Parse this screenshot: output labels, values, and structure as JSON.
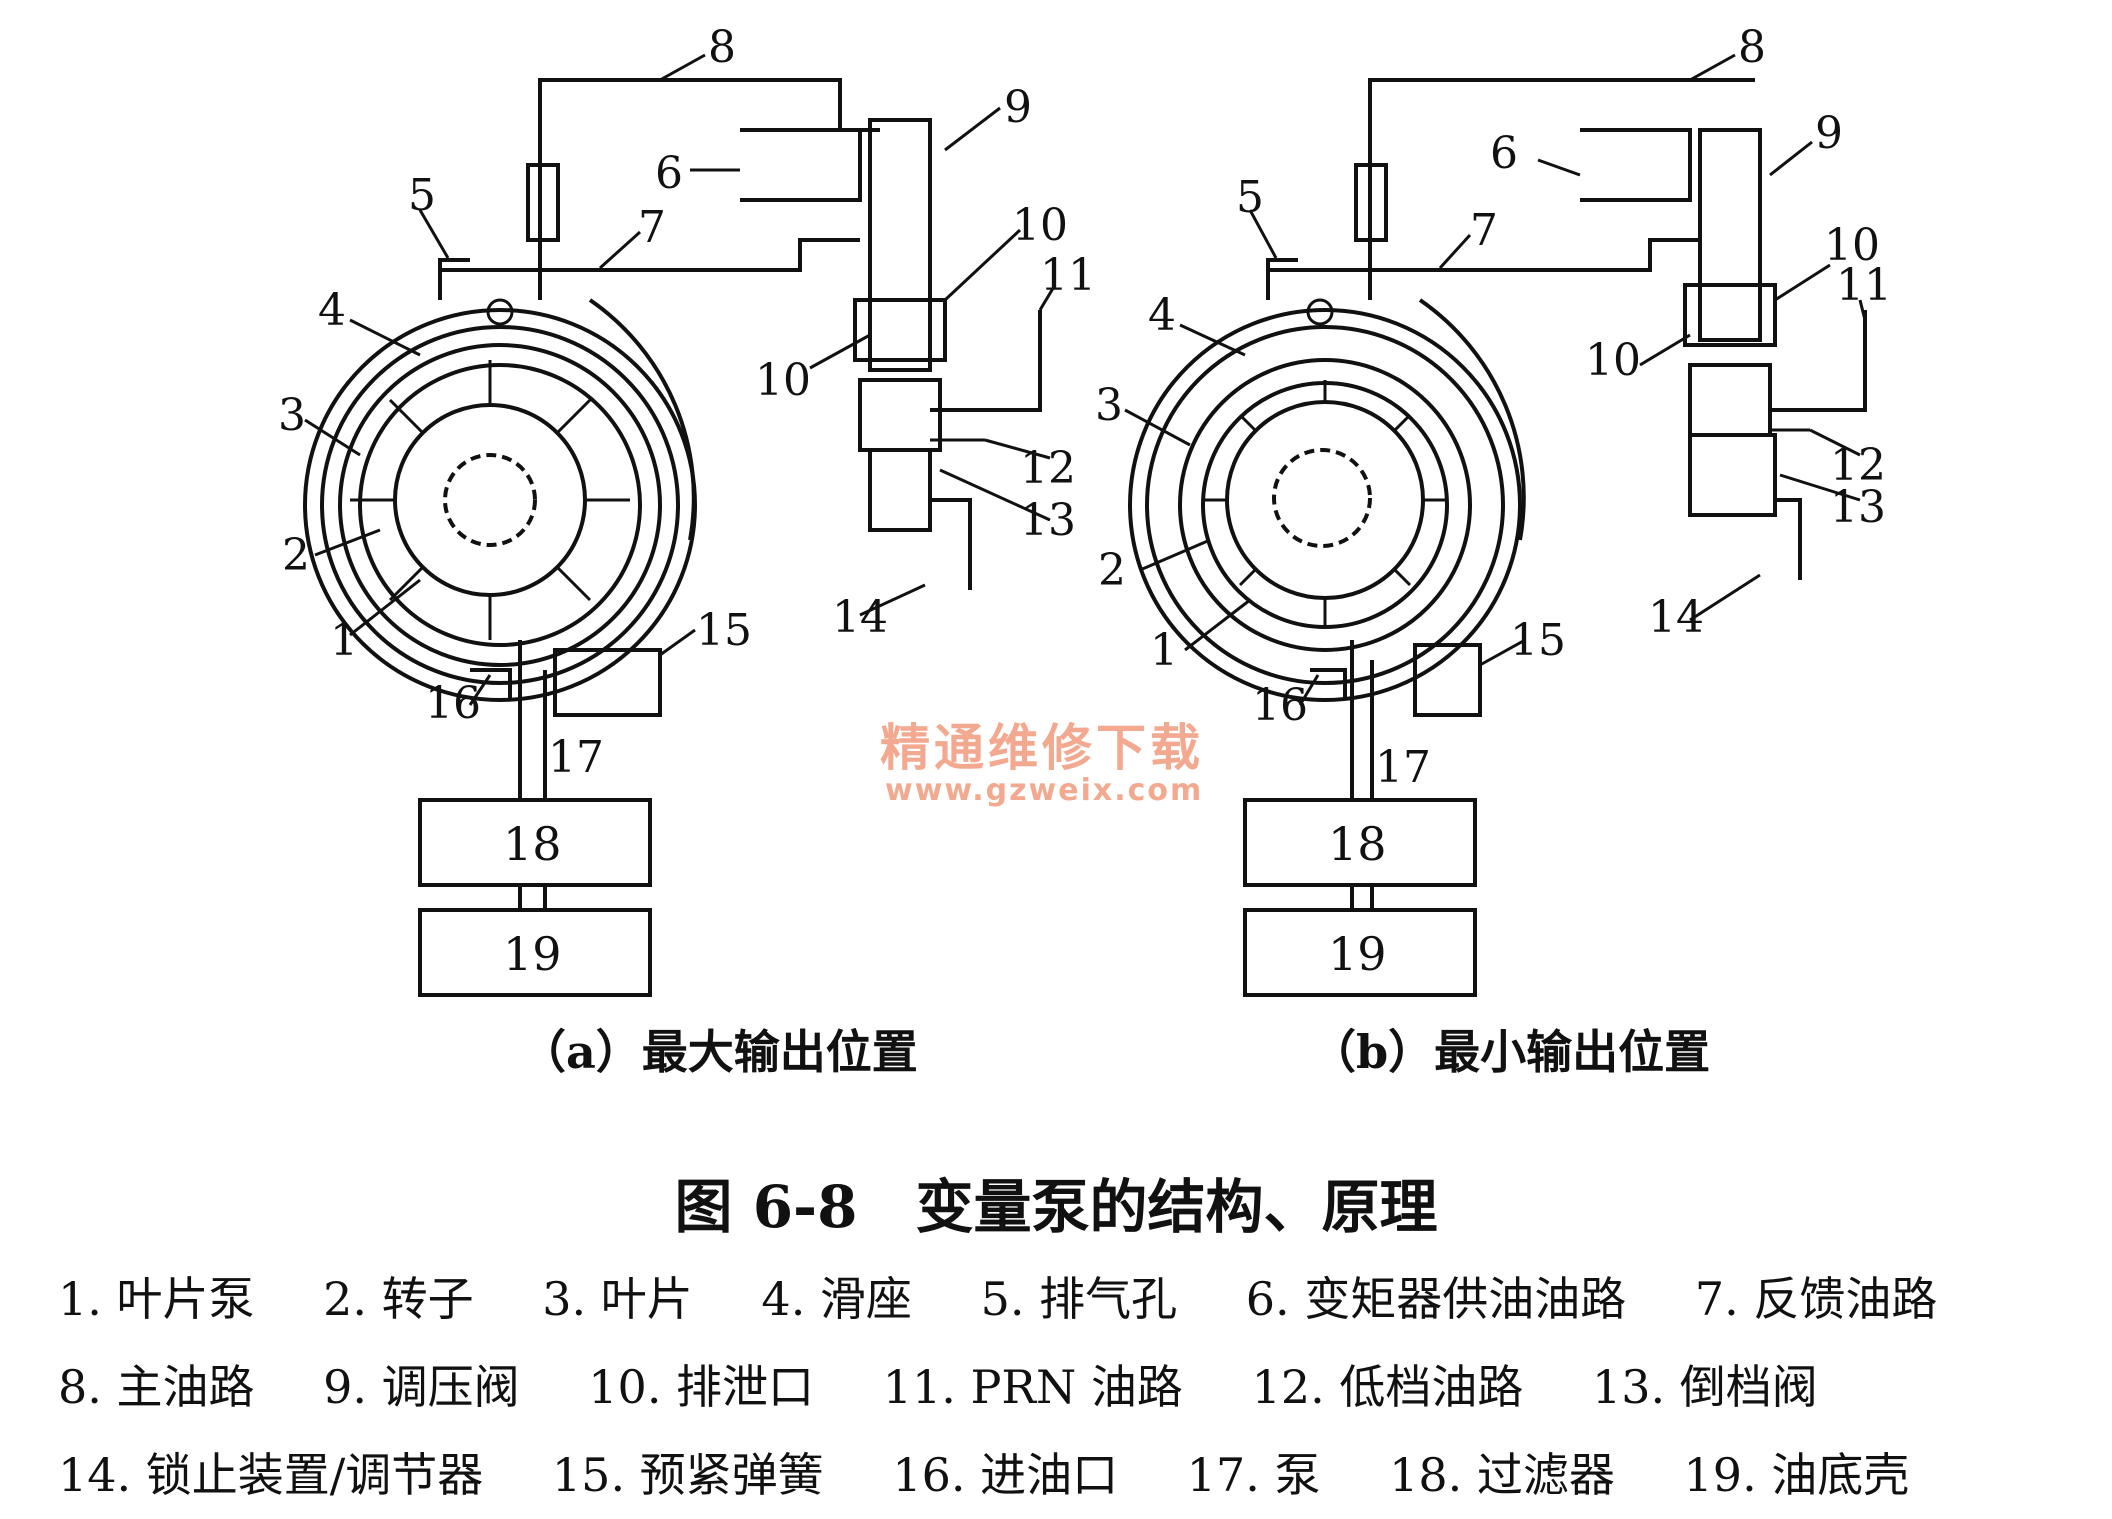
{
  "panel_a": {
    "caption": "（a）最大输出位置",
    "labels": [
      "8",
      "9",
      "6",
      "5",
      "7",
      "10",
      "11",
      "4",
      "10",
      "3",
      "12",
      "13",
      "2",
      "1",
      "15",
      "14",
      "16",
      "17"
    ],
    "box_top": "18",
    "box_bottom": "19"
  },
  "panel_b": {
    "caption": "（b）最小输出位置",
    "labels": [
      "8",
      "9",
      "6",
      "5",
      "7",
      "10",
      "11",
      "4",
      "10",
      "3",
      "12",
      "13",
      "2",
      "1",
      "15",
      "14",
      "16",
      "17"
    ],
    "box_top": "18",
    "box_bottom": "19"
  },
  "watermark": {
    "cn": "精通维修下载",
    "url": "www.gzweix.com"
  },
  "figure_title": "图 6-8　变量泵的结构、原理",
  "legend": [
    "1. 叶片泵",
    "2. 转子",
    "3. 叶片",
    "4. 滑座",
    "5. 排气孔",
    "6. 变矩器供油油路",
    "7. 反馈油路",
    "8. 主油路",
    "9. 调压阀",
    "10. 排泄口",
    "11. PRN 油路",
    "12. 低档油路",
    "13. 倒档阀",
    "14. 锁止装置/调节器",
    "15. 预紧弹簧",
    "16. 进油口",
    "17. 泵",
    "18. 过滤器",
    "19. 油底壳"
  ],
  "colors": {
    "ink": "#111111",
    "watermark": "#f2a98f"
  }
}
